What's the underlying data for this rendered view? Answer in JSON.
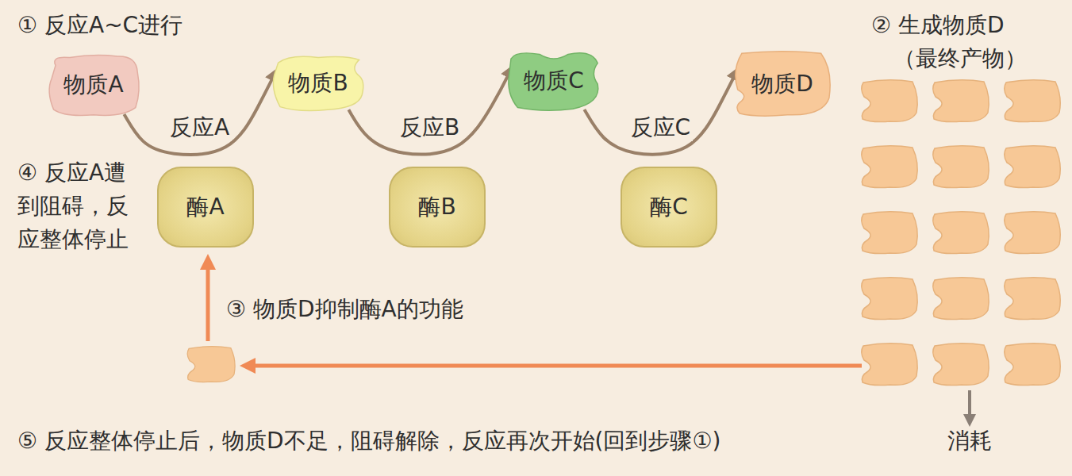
{
  "diagram": {
    "nodes": [
      {
        "text": [
          "物质A"
        ]
      },
      {
        "text": [
          "物质B"
        ]
      },
      {
        "text": [
          "物质C"
        ]
      },
      {
        "text": [
          "物质D"
        ]
      },
      {
        "text": [
          "酶A"
        ]
      },
      {
        "text": [
          "酶B"
        ]
      },
      {
        "text": [
          "酶C"
        ]
      }
    ],
    "edges": [
      {
        "from": 0,
        "to": 1,
        "label": "反应A",
        "arrow": "to"
      },
      {
        "from": 1,
        "to": 2,
        "label": "反应B",
        "arrow": "to"
      },
      {
        "from": 2,
        "to": 3,
        "label": "反应C",
        "arrow": "to"
      }
    ],
    "labels": [
      "① 反应A~C进行",
      "② 生成物质D",
      "（最终产物）",
      "④ 反应A遭到阻碍，反应整体停止",
      "③ 物质D抑制酶A的功能",
      "⑤ 反应整体停止后，物质D不足，阻碍解除，反应再次开始(回到步骤①)",
      "消耗"
    ]
  }
}
